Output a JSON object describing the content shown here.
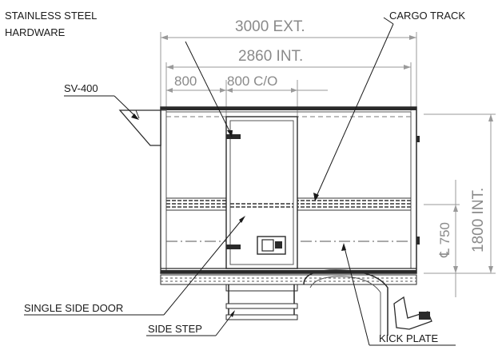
{
  "labels": {
    "stainless_line1": "STAINLESS STEEL",
    "stainless_line2": "HARDWARE",
    "cargo_track": "CARGO TRACK",
    "sv400": "SV-400",
    "single_side_door": "SINGLE SIDE DOOR",
    "side_step": "SIDE STEP",
    "kick_plate": "KICK PLATE"
  },
  "dimensions": {
    "ext_width": "3000 EXT.",
    "int_width": "2860 INT.",
    "offset": "800",
    "door_cutout": "800 C/O",
    "int_height": "1800 INT.",
    "centerline_height": "℄ 750"
  },
  "colors": {
    "outline": "#2a2a2a",
    "dimension": "#8a8a8a",
    "text": "#1a1a1a"
  }
}
